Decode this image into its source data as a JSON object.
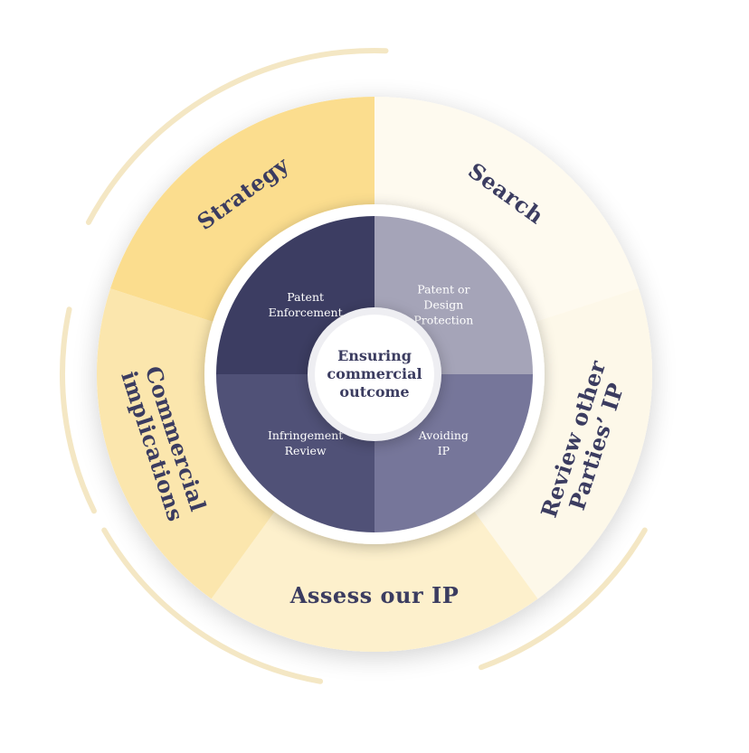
{
  "colors": {
    "navy": "#3b3c60",
    "gold": "#f8dc8f",
    "cream": "#fdf9ee",
    "text_dark": "#3b3c60",
    "text_light": "#ffffff"
  },
  "outer_segments": [
    {
      "label_lines": [
        "Strategy"
      ],
      "fill": "#fbdd8e"
    },
    {
      "label_lines": [
        "Search"
      ],
      "fill": "#fefaef"
    },
    {
      "label_lines": [
        "Review other",
        "Parties’ IP"
      ],
      "fill": "#fdf8e9"
    },
    {
      "label_lines": [
        "Assess our IP"
      ],
      "fill": "#fdf0cc"
    },
    {
      "label_lines": [
        "Commercial",
        "implications"
      ],
      "fill": "#fbe6ad"
    }
  ],
  "inner_segments": [
    {
      "label_lines": [
        "Patent",
        "Enforcement"
      ],
      "fill": "#3c3d62"
    },
    {
      "label_lines": [
        "Patent or",
        "Design",
        "Protection"
      ],
      "fill": "#a5a4b8"
    },
    {
      "label_lines": [
        "Avoiding",
        "IP"
      ],
      "fill": "#76769a"
    },
    {
      "label_lines": [
        "Infringement",
        "Review"
      ],
      "fill": "#505177"
    }
  ],
  "center": {
    "label_lines": [
      "Ensuring",
      "commercial",
      "outcome"
    ]
  }
}
